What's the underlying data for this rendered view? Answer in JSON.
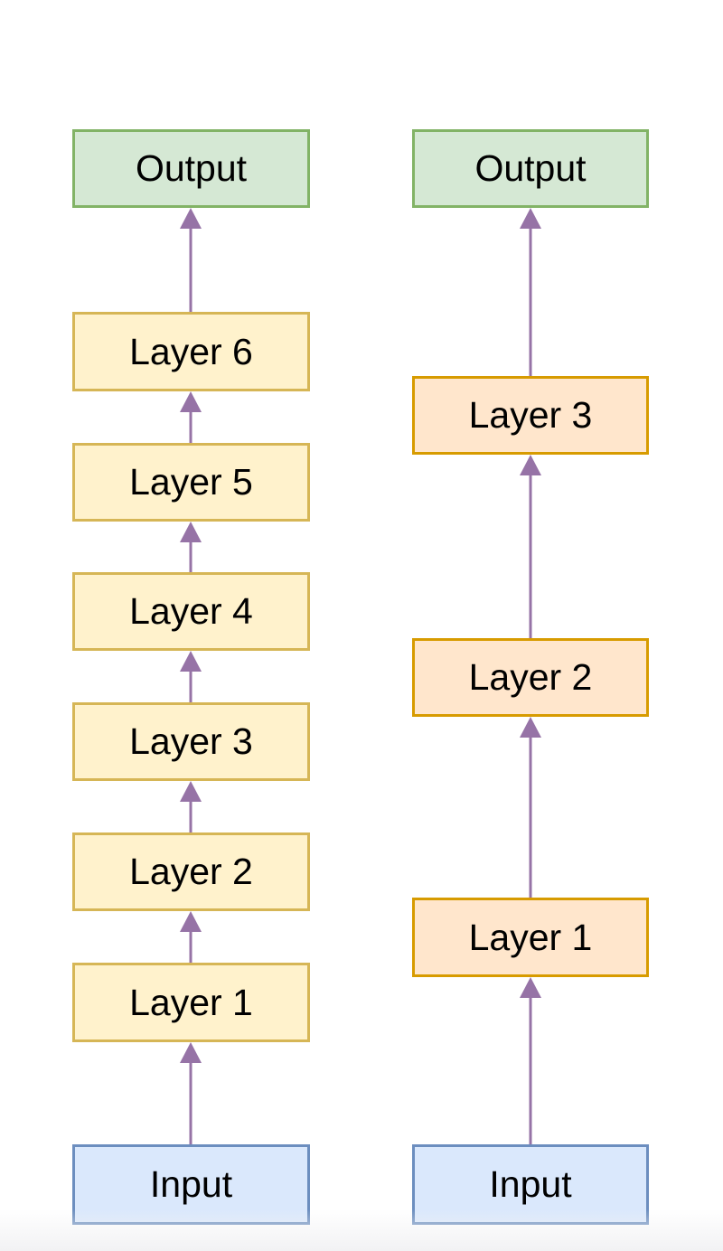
{
  "diagram": {
    "description_colors": {
      "canvas_background": "#ffffff",
      "output_fill": "#d5e8d4",
      "output_stroke": "#82b366",
      "left_layer_fill": "#fff2cc",
      "left_layer_stroke": "#d6b656",
      "right_layer_fill": "#ffe6cc",
      "right_layer_stroke": "#d79b00",
      "input_fill": "#dae8fc",
      "input_stroke": "#6c8ebf",
      "arrow_color": "#9673a6",
      "text_color": "#000000"
    },
    "left_column": {
      "boxes": [
        {
          "label": "Output",
          "role": "output"
        },
        {
          "label": "Layer 6",
          "role": "hidden-layer"
        },
        {
          "label": "Layer 5",
          "role": "hidden-layer"
        },
        {
          "label": "Layer 4",
          "role": "hidden-layer"
        },
        {
          "label": "Layer 3",
          "role": "hidden-layer"
        },
        {
          "label": "Layer 2",
          "role": "hidden-layer"
        },
        {
          "label": "Layer 1",
          "role": "hidden-layer"
        },
        {
          "label": "Input",
          "role": "input"
        }
      ]
    },
    "right_column": {
      "boxes": [
        {
          "label": "Output",
          "role": "output"
        },
        {
          "label": "Layer 3",
          "role": "hidden-layer"
        },
        {
          "label": "Layer 2",
          "role": "hidden-layer"
        },
        {
          "label": "Layer 1",
          "role": "hidden-layer"
        },
        {
          "label": "Input",
          "role": "input"
        }
      ]
    }
  }
}
